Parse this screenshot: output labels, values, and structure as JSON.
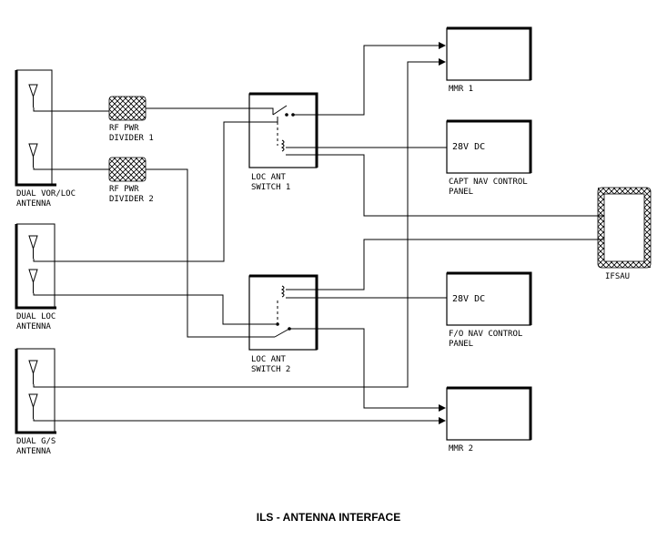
{
  "title": "ILS - ANTENNA INTERFACE",
  "antennas": {
    "vor_loc": {
      "line1": "DUAL VOR/LOC",
      "line2": "ANTENNA"
    },
    "loc": {
      "line1": "DUAL LOC",
      "line2": "ANTENNA"
    },
    "gs": {
      "line1": "DUAL G/S",
      "line2": "ANTENNA"
    }
  },
  "dividers": {
    "d1": {
      "line1": "RF PWR",
      "line2": "DIVIDER 1"
    },
    "d2": {
      "line1": "RF PWR",
      "line2": "DIVIDER 2"
    }
  },
  "switches": {
    "s1": {
      "line1": "LOC ANT",
      "line2": "SWITCH 1"
    },
    "s2": {
      "line1": "LOC ANT",
      "line2": "SWITCH 2"
    }
  },
  "units": {
    "mmr1": {
      "label": "MMR 1"
    },
    "mmr2": {
      "label": "MMR 2"
    },
    "capt_panel": {
      "inner": "28V DC",
      "line1": "CAPT NAV CONTROL",
      "line2": "PANEL"
    },
    "fo_panel": {
      "inner": "28V DC",
      "line1": "F/O NAV CONTROL",
      "line2": "PANEL"
    },
    "ifsau": {
      "label": "IFSAU"
    }
  }
}
